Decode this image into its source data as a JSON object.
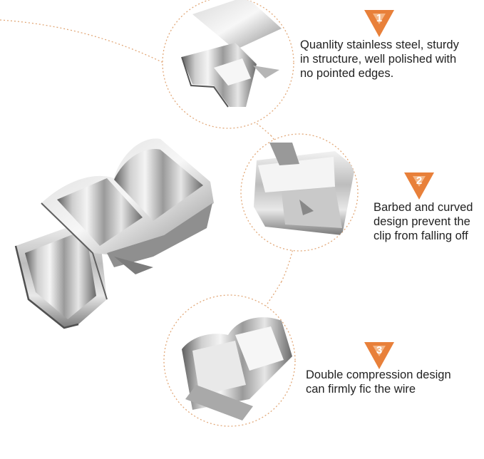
{
  "colors": {
    "accent_orange": "#e8803a",
    "badge_inner": "#ffffff",
    "dotted_arc": "#e2a97a",
    "steel_light": "#e9e9e9",
    "steel_dark": "#6f6f6f",
    "text": "#222222"
  },
  "features": [
    {
      "number": "1",
      "lines": [
        "Quanlity stainless steel, sturdy",
        "in structure, well polished with",
        "no pointed edges."
      ]
    },
    {
      "number": "2",
      "lines": [
        "Barbed and curved",
        "design prevent the",
        "clip from falling off"
      ]
    },
    {
      "number": "3",
      "lines": [
        "Double compression design",
        "can firmly fic the wire"
      ]
    }
  ],
  "icons": {
    "badge": "numbered-triangle-badge-icon",
    "product": "stainless-steel-cable-clip"
  }
}
